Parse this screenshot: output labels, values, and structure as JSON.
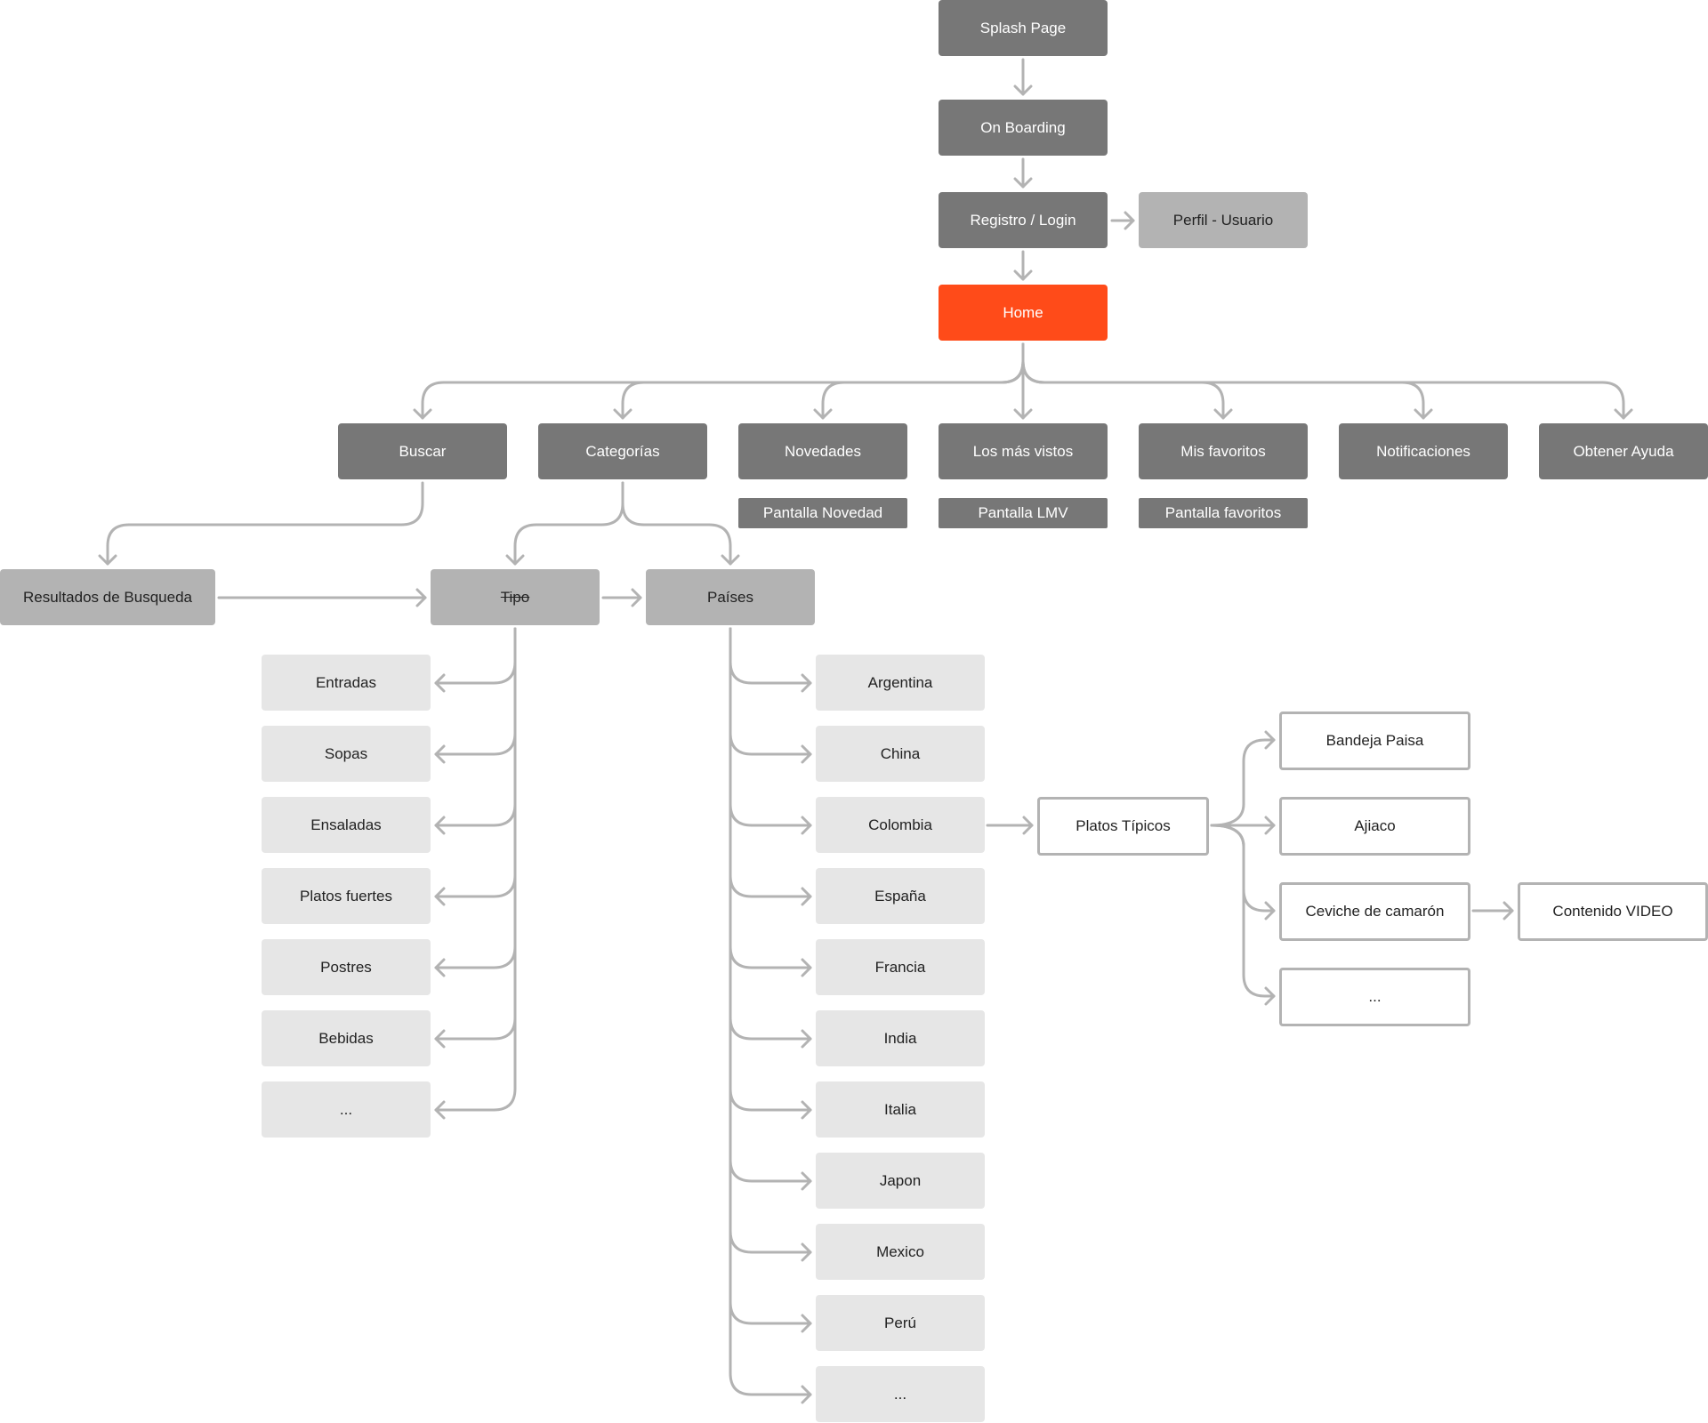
{
  "colors": {
    "dark": "#777777",
    "accent": "#ff4b19",
    "mid": "#b3b3b3",
    "light": "#e6e6e6",
    "connector": "#b3b3b3"
  },
  "flow": {
    "splash": "Splash Page",
    "onboarding": "On Boarding",
    "registro": "Registro / Login",
    "perfil": "Perfil - Usuario",
    "home": "Home"
  },
  "sections": {
    "buscar": "Buscar",
    "categorias": "Categorías",
    "novedades": "Novedades",
    "mas_vistos": "Los más vistos",
    "favoritos": "Mis favoritos",
    "notificaciones": "Notificaciones",
    "ayuda": "Obtener Ayuda"
  },
  "screens": {
    "novedad": "Pantalla Novedad",
    "lmv": "Pantalla LMV",
    "favoritos": "Pantalla favoritos"
  },
  "search": {
    "resultados": "Resultados de Busqueda"
  },
  "categories": {
    "tipo": "Tipo",
    "paises": "Países"
  },
  "tipo_items": [
    "Entradas",
    "Sopas",
    "Ensaladas",
    "Platos fuertes",
    "Postres",
    "Bebidas",
    "..."
  ],
  "paises_items": [
    "Argentina",
    "China",
    "Colombia",
    "España",
    "Francia",
    "India",
    "Italia",
    "Japon",
    "Mexico",
    "Perú",
    "..."
  ],
  "colombia": {
    "platos": "Platos Típicos",
    "dishes": [
      "Bandeja Paisa",
      "Ajiaco",
      "Ceviche de camarón",
      "..."
    ],
    "video": "Contenido VIDEO"
  }
}
